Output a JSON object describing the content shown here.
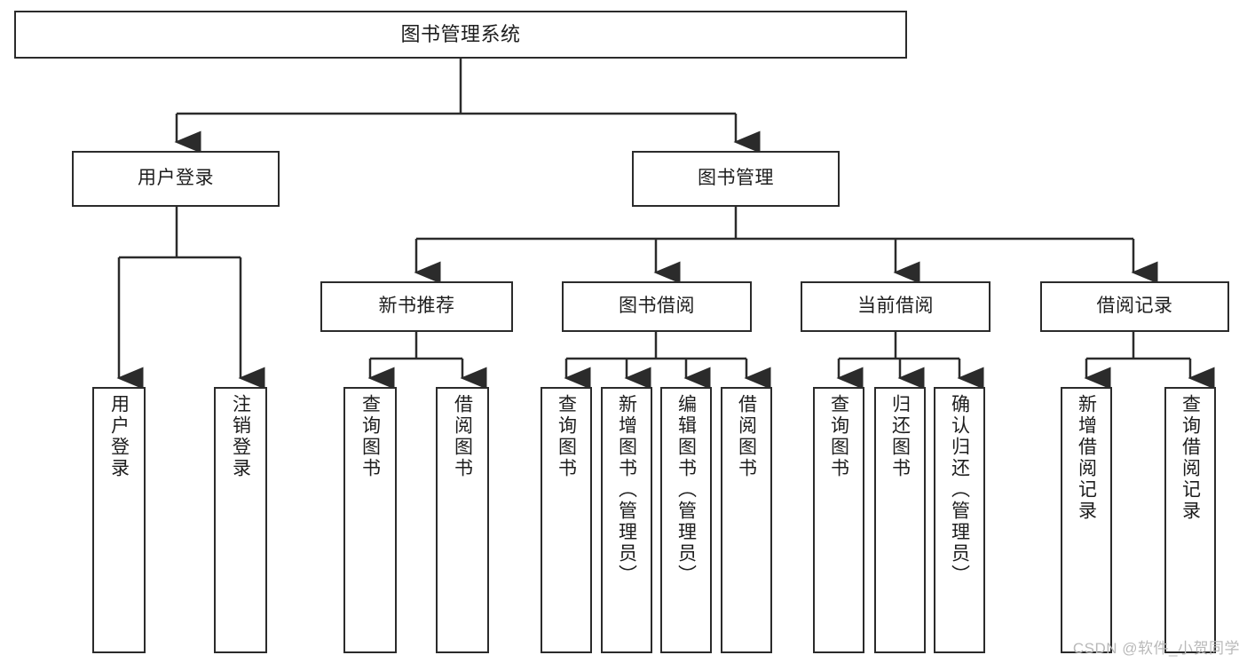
{
  "diagram": {
    "type": "tree",
    "title": "图书管理系统",
    "watermark": "CSDN @软件_小贺同学",
    "colors": {
      "box_border": "#2b2b2b",
      "box_fill": "#ffffff",
      "edge": "#2b2b2b",
      "text": "#1d1d1d",
      "watermark": "#b9b9b9"
    },
    "nodes": {
      "root": {
        "label": "图书管理系统",
        "orientation": "horizontal"
      },
      "user_login": {
        "label": "用户登录",
        "orientation": "horizontal"
      },
      "book_manage": {
        "label": "图书管理",
        "orientation": "horizontal"
      },
      "new_book_rec": {
        "label": "新书推荐",
        "orientation": "horizontal"
      },
      "book_borrow": {
        "label": "图书借阅",
        "orientation": "horizontal"
      },
      "current_borrow": {
        "label": "当前借阅",
        "orientation": "horizontal"
      },
      "borrow_record": {
        "label": "借阅记录",
        "orientation": "horizontal"
      },
      "leaf_user_login": {
        "label": "用户登录",
        "orientation": "vertical"
      },
      "leaf_logout": {
        "label": "注销登录",
        "orientation": "vertical"
      },
      "leaf_query_book_1": {
        "label": "查询图书",
        "orientation": "vertical"
      },
      "leaf_borrow_book_1": {
        "label": "借阅图书",
        "orientation": "vertical"
      },
      "leaf_query_book_2": {
        "label": "查询图书",
        "orientation": "vertical"
      },
      "leaf_add_book": {
        "label": "新增图书（管理员）",
        "orientation": "vertical"
      },
      "leaf_edit_book": {
        "label": "编辑图书（管理员）",
        "orientation": "vertical"
      },
      "leaf_borrow_book_2": {
        "label": "借阅图书",
        "orientation": "vertical"
      },
      "leaf_query_book_3": {
        "label": "查询图书",
        "orientation": "vertical"
      },
      "leaf_return_book": {
        "label": "归还图书",
        "orientation": "vertical"
      },
      "leaf_confirm_return": {
        "label": "确认归还（管理员）",
        "orientation": "vertical"
      },
      "leaf_add_record": {
        "label": "新增借阅记录",
        "orientation": "vertical"
      },
      "leaf_query_record": {
        "label": "查询借阅记录",
        "orientation": "vertical"
      }
    },
    "hierarchy": [
      {
        "id": "root",
        "children": [
          {
            "id": "user_login",
            "children": [
              {
                "id": "leaf_user_login"
              },
              {
                "id": "leaf_logout"
              }
            ]
          },
          {
            "id": "book_manage",
            "children": [
              {
                "id": "new_book_rec",
                "children": [
                  {
                    "id": "leaf_query_book_1"
                  },
                  {
                    "id": "leaf_borrow_book_1"
                  }
                ]
              },
              {
                "id": "book_borrow",
                "children": [
                  {
                    "id": "leaf_query_book_2"
                  },
                  {
                    "id": "leaf_add_book"
                  },
                  {
                    "id": "leaf_edit_book"
                  },
                  {
                    "id": "leaf_borrow_book_2"
                  }
                ]
              },
              {
                "id": "current_borrow",
                "children": [
                  {
                    "id": "leaf_query_book_3"
                  },
                  {
                    "id": "leaf_return_book"
                  },
                  {
                    "id": "leaf_confirm_return"
                  }
                ]
              },
              {
                "id": "borrow_record",
                "children": [
                  {
                    "id": "leaf_add_record"
                  },
                  {
                    "id": "leaf_query_record"
                  }
                ]
              }
            ]
          }
        ]
      }
    ]
  }
}
